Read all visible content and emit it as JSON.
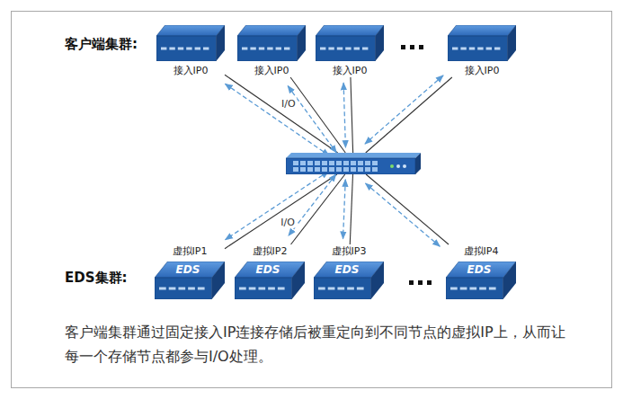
{
  "diagram": {
    "caption": "客户端集群通过固定接入IP连接存储后被重定向到不同节点的虚拟IP上，从而让每一个存储节点都参与I/O处理。",
    "nodes": [
      {
        "text": [
          "接入IP0"
        ]
      },
      {
        "text": [
          "接入IP0"
        ]
      },
      {
        "text": [
          "接入IP0"
        ]
      },
      {
        "text": [
          "接入IP0"
        ]
      },
      {
        "text": []
      },
      {
        "text": [
          "虚拟IP1",
          "EDS"
        ]
      },
      {
        "text": [
          "虚拟IP2",
          "EDS"
        ]
      },
      {
        "text": [
          "虚拟IP3",
          "EDS"
        ]
      },
      {
        "text": [
          "虚拟IP4",
          "EDS"
        ]
      }
    ],
    "edges": [
      {
        "from": 0,
        "to": 4,
        "arrow": "both",
        "label": "I/O"
      },
      {
        "from": 1,
        "to": 4,
        "arrow": "both"
      },
      {
        "from": 2,
        "to": 4,
        "arrow": "both"
      },
      {
        "from": 3,
        "to": 4,
        "arrow": "both"
      },
      {
        "from": 4,
        "to": 5,
        "arrow": "both",
        "label": "I/O"
      },
      {
        "from": 4,
        "to": 6,
        "arrow": "both"
      },
      {
        "from": 4,
        "to": 7,
        "arrow": "both"
      },
      {
        "from": 4,
        "to": 8,
        "arrow": "both"
      }
    ],
    "labels": [
      "客户端集群:",
      "EDS集群:"
    ]
  }
}
